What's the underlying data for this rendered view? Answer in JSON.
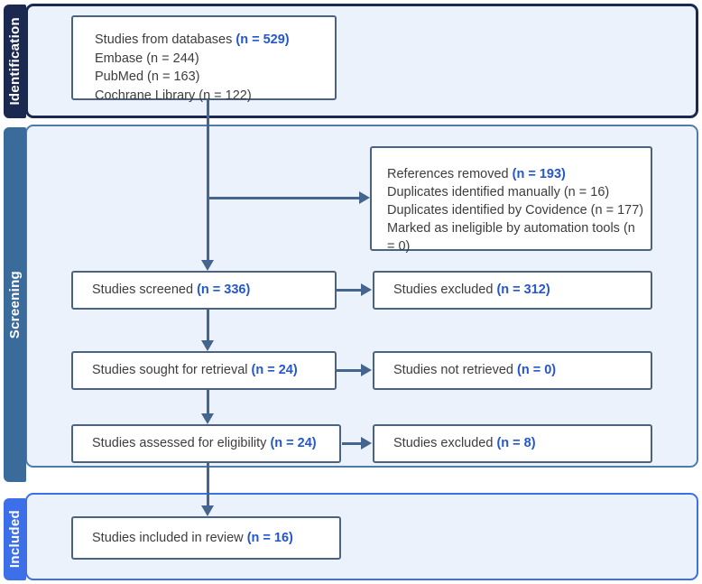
{
  "stages": {
    "identification": "Identification",
    "screening": "Screening",
    "included": "Included"
  },
  "boxes": {
    "databases": {
      "title_label": "Studies from databases ",
      "title_count": "(n = 529)",
      "line2": "Embase (n = 244)",
      "line3": "PubMed (n = 163)",
      "line4": "Cochrane Library (n = 122)"
    },
    "references_removed": {
      "title_label": "References removed ",
      "title_count": "(n = 193)",
      "line2": "Duplicates identified manually (n = 16)",
      "line3": "Duplicates identified by Covidence (n = 177)",
      "line4": "Marked as ineligible by automation tools (n = 0)"
    },
    "screened": {
      "label": "Studies screened ",
      "count": "(n = 336)"
    },
    "excluded_screening": {
      "label": "Studies excluded ",
      "count": "(n = 312)"
    },
    "sought": {
      "label": "Studies sought for retrieval ",
      "count": "(n = 24)"
    },
    "not_retrieved": {
      "label": "Studies not retrieved ",
      "count": "(n = 0)"
    },
    "assessed": {
      "label": "Studies assessed for eligibility ",
      "count": "(n = 24)"
    },
    "excluded_eligibility": {
      "label": "Studies excluded ",
      "count": "(n = 8)"
    },
    "included_review": {
      "label": "Studies included in review ",
      "count": "(n = 16)"
    }
  },
  "colors": {
    "navy": "#1b2950",
    "steel-tab": "#3a6b9b",
    "steel-border": "#4e7ca8",
    "royal": "#3c6fe8",
    "panel-bg": "#ecf2fb",
    "box-border": "#4c6380",
    "arrow": "#44658e",
    "count-blue": "#2456ce",
    "text-dark": "#3d3d3d"
  }
}
